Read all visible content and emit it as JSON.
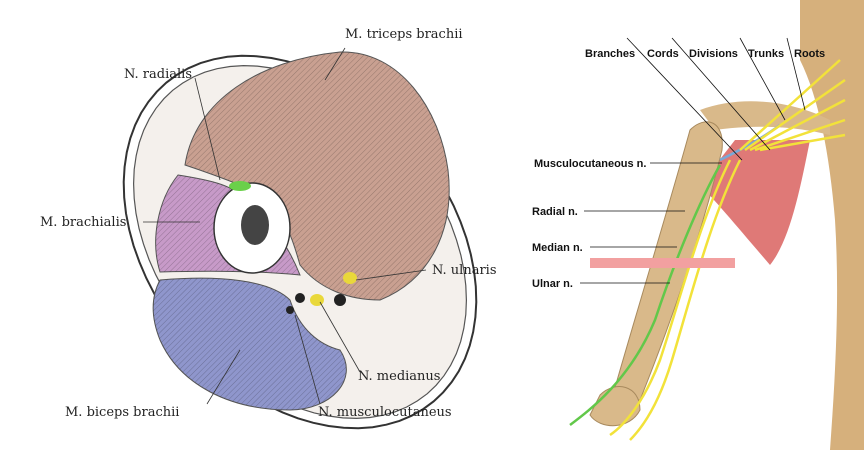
{
  "cross_section": {
    "labels": {
      "triceps": "M. triceps brachii",
      "radialis": "N. radialis",
      "brachialis": "M. brachialis",
      "ulnaris": "N. ulnaris",
      "medianus": "N. medianus",
      "biceps": "M. biceps brachii",
      "musculocutaneus": "N. musculocutaneus"
    },
    "colors": {
      "triceps": "#c9a091",
      "brachialis": "#c79ac8",
      "biceps": "#8f96cc",
      "radial_nerve": "#6ad04a",
      "nerves": "#e9d83a"
    }
  },
  "plexus": {
    "top_labels": [
      "Branches",
      "Cords",
      "Divisions",
      "Trunks",
      "Roots"
    ],
    "side_labels": {
      "musculocutaneous": "Musculocutaneous n.",
      "radial": "Radial n.",
      "median": "Median n.",
      "ulnar": "Ulnar n."
    },
    "colors": {
      "bone": "#d9b98a",
      "muscle": "#d9625f",
      "nerve": "#f2e23a",
      "radial": "#62c84a",
      "musculocutaneous": "#78a8d8",
      "marker": "#f2a0a0"
    }
  }
}
